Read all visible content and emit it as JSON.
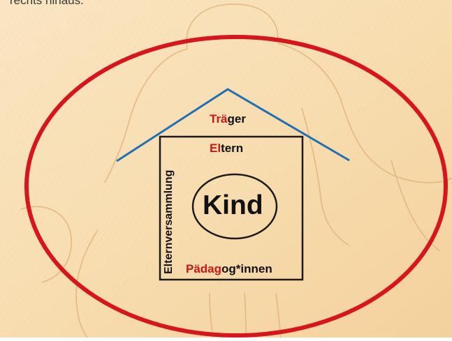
{
  "top_text": "rechts hinaus.",
  "labels": {
    "roof": {
      "highlight": "Trä",
      "rest": "ger"
    },
    "parents": {
      "highlight": "El",
      "rest": "tern"
    },
    "educators": {
      "highlight": "Pädag",
      "rest": "og*innen"
    },
    "assembly": "Elternversammlung",
    "center": "Kind"
  },
  "colors": {
    "background": "#f7dcae",
    "background_light": "#fae6c4",
    "ellipse": "#d8141c",
    "roof": "#1f6fb2",
    "house": "#1a1a1a",
    "highlight_text": "#cc1616",
    "sketch_lines": "#e3b57d"
  }
}
